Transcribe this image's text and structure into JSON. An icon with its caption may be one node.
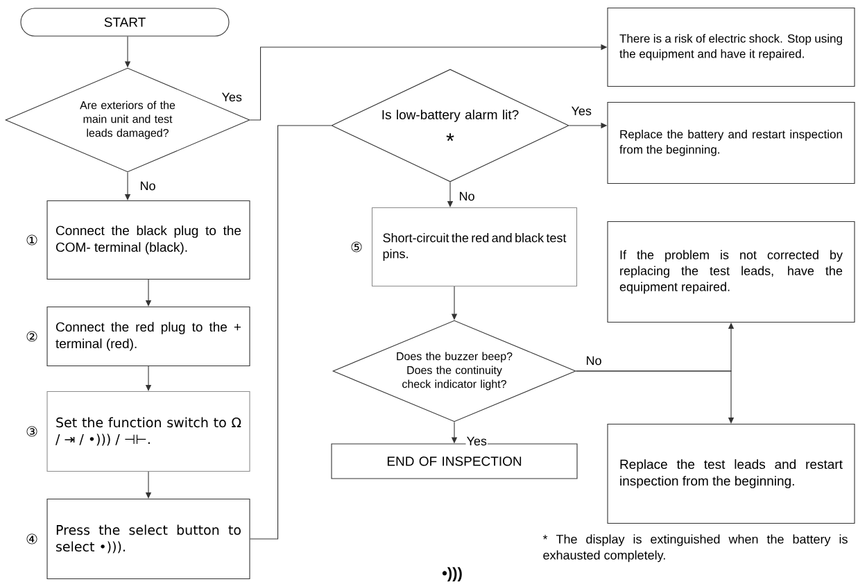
{
  "diagram": {
    "nodes": [
      {
        "text": [
          "START"
        ]
      },
      {
        "text": [
          "Are exteriors of the main unit and test leads damaged?"
        ]
      },
      {
        "text": [
          "Connect the black plug to the COM- terminal (black)."
        ],
        "beside": [
          "①"
        ]
      },
      {
        "text": [
          "Connect the red plug to the + terminal (red)."
        ],
        "beside": [
          "②"
        ]
      },
      {
        "text": [
          "Set the function switch to Ω / ⇥ / •))) / ⊣⊢."
        ],
        "beside": [
          "③"
        ]
      },
      {
        "text": [
          "Press the select button to select •)))."
        ],
        "beside": [
          "④"
        ]
      },
      {
        "text": [
          "There is a risk of electric shock. Stop using the equipment and have it repaired."
        ]
      },
      {
        "text": [
          "Is low-battery alarm lit?",
          "*"
        ]
      },
      {
        "text": [
          "Replace the battery and restart inspection from the beginning."
        ]
      },
      {
        "text": [
          "Short-circuit the red and black test pins."
        ],
        "beside": [
          "⑤"
        ]
      },
      {
        "text": [
          "Does the buzzer beep? Does the continuity check indicator light?"
        ]
      },
      {
        "text": [
          "END OF INSPECTION"
        ]
      },
      {
        "text": [
          "If the problem is not corrected by replacing the test leads, have the equipment repaired."
        ]
      },
      {
        "text": [
          "Replace the test leads and restart inspection from the beginning."
        ]
      }
    ],
    "edges": [
      {
        "from": 0,
        "to": 1,
        "arrow": "to"
      },
      {
        "from": 1,
        "to": 6,
        "arrow": "to",
        "label": "Yes"
      },
      {
        "from": 1,
        "to": 2,
        "arrow": "to",
        "label": "No"
      },
      {
        "from": 2,
        "to": 3,
        "arrow": "to"
      },
      {
        "from": 3,
        "to": 4,
        "arrow": "to"
      },
      {
        "from": 4,
        "to": 5,
        "arrow": "to"
      },
      {
        "from": 5,
        "to": 7,
        "arrow": "none"
      },
      {
        "from": 7,
        "to": 8,
        "arrow": "to",
        "label": "Yes"
      },
      {
        "from": 7,
        "to": 9,
        "arrow": "to",
        "label": "No"
      },
      {
        "from": 9,
        "to": 10,
        "arrow": "to"
      },
      {
        "from": 10,
        "to": 11,
        "arrow": "to",
        "label": "Yes"
      },
      {
        "from": 10,
        "to": 12,
        "arrow": "to",
        "label": "No"
      },
      {
        "from": 10,
        "to": 13,
        "arrow": "to"
      }
    ],
    "labels": [
      "* The display is extinguished when the battery is exhausted completely.",
      "•)))"
    ]
  }
}
